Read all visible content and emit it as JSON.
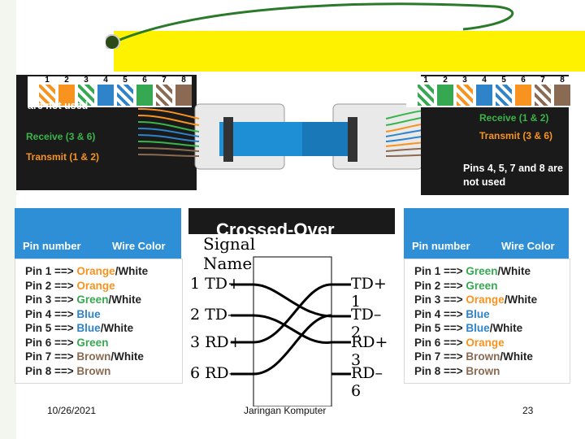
{
  "slide": {
    "footer_date": "10/26/2021",
    "footer_title": "Jaringan Komputer",
    "page_number": "23"
  },
  "top_left": {
    "pin_numbers": [
      "1",
      "2",
      "3",
      "4",
      "5",
      "6",
      "7",
      "8"
    ],
    "note_partial": "are not used",
    "receive_label": "Receive (3 & 6)",
    "transmit_label": "Transmit (1 & 2)"
  },
  "top_right": {
    "pin_numbers": [
      "1",
      "2",
      "3",
      "4",
      "5",
      "6",
      "7",
      "8"
    ],
    "receive_label": "Receive (1 & 2)",
    "transmit_label": "Transmit (3 & 6)",
    "note": "Pins 4, 5, 7 and 8 are not used"
  },
  "left_table": {
    "header_pin": "Pin number",
    "header_color": "Wire Color",
    "rows": [
      {
        "pin": "Pin 1 ==>",
        "color": "Orange",
        "suffix": "/White",
        "tone": "orange"
      },
      {
        "pin": "Pin 2 ==>",
        "color": "Orange",
        "suffix": "",
        "tone": "orange"
      },
      {
        "pin": "Pin 3 ==>",
        "color": "Green",
        "suffix": "/White",
        "tone": "green"
      },
      {
        "pin": "Pin 4 ==>",
        "color": "Blue",
        "suffix": "",
        "tone": "blue"
      },
      {
        "pin": "Pin 5 ==>",
        "color": "Blue",
        "suffix": "/White",
        "tone": "blue"
      },
      {
        "pin": "Pin 6 ==>",
        "color": "Green",
        "suffix": "",
        "tone": "green"
      },
      {
        "pin": "Pin 7 ==>",
        "color": "Brown",
        "suffix": "/White",
        "tone": "brown"
      },
      {
        "pin": "Pin 8 ==>",
        "color": "Brown",
        "suffix": "",
        "tone": "brown"
      }
    ]
  },
  "right_table": {
    "header_pin": "Pin number",
    "header_color": "Wire Color",
    "rows": [
      {
        "pin": "Pin 1 ==>",
        "color": "Green",
        "suffix": "/White",
        "tone": "green"
      },
      {
        "pin": "Pin 2 ==>",
        "color": "Green",
        "suffix": "",
        "tone": "green"
      },
      {
        "pin": "Pin 3 ==>",
        "color": "Orange",
        "suffix": "/White",
        "tone": "orange"
      },
      {
        "pin": "Pin 4 ==>",
        "color": "Blue",
        "suffix": "",
        "tone": "blue"
      },
      {
        "pin": "Pin 5 ==>",
        "color": "Blue",
        "suffix": "/White",
        "tone": "blue"
      },
      {
        "pin": "Pin 6 ==>",
        "color": "Orange",
        "suffix": "",
        "tone": "orange"
      },
      {
        "pin": "Pin 7 ==>",
        "color": "Brown",
        "suffix": "/White",
        "tone": "brown"
      },
      {
        "pin": "Pin 8 ==>",
        "color": "Brown",
        "suffix": "",
        "tone": "brown"
      }
    ]
  },
  "crossover": {
    "title": "Crossed-Over",
    "signal_name_line1": "Signal",
    "signal_name_line2": "Name",
    "left_labels": [
      "1 TD+",
      "2 TD–",
      "3 RD+",
      "6 RD–"
    ],
    "right_labels": [
      "TD+ 1",
      "TD– 2",
      "RD+ 3",
      "RD– 6"
    ]
  },
  "colors": {
    "band_yellow": "#fff200",
    "table_blue": "#2e8fd6",
    "orange": "#f7931e",
    "green": "#36a851",
    "blue": "#2f83c9",
    "brown": "#8a6a52",
    "dark_panel": "#1a1a1a"
  }
}
